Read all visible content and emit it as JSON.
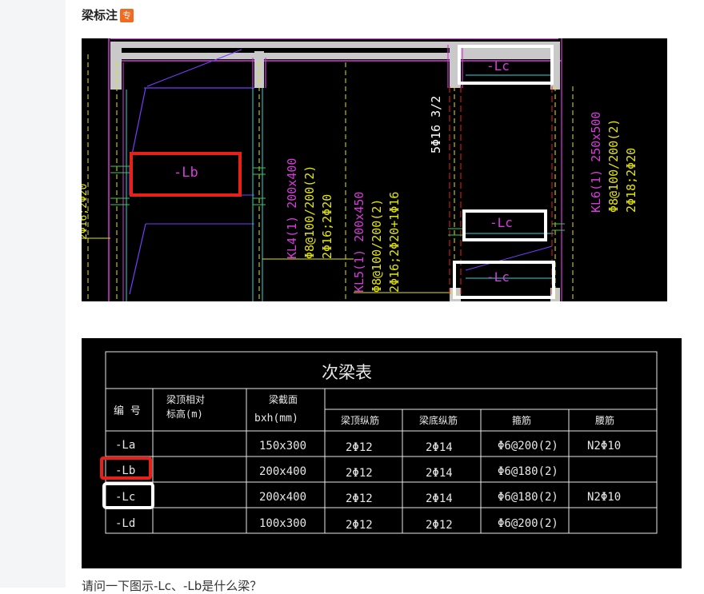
{
  "post": {
    "title": "梁标注",
    "badge": "专",
    "question": "请问一下图示-Lc、-Lb是什么梁？"
  },
  "drawing": {
    "beam_tags": [
      "-Lb",
      "-Lc",
      "-Lc",
      "-Lc"
    ],
    "kl4": [
      "KL4(1) 200x400",
      "Φ8@100/200(2)",
      "2Φ16;2Φ20"
    ],
    "kl5": [
      "KL5(1) 200x450",
      "Φ8@100/200(2)",
      "2Φ16;2Φ20+1Φ16"
    ],
    "kl6": [
      "KL6(1) 250x500",
      "Φ8@100/200(2)",
      "2Φ18;2Φ20"
    ],
    "rebar_note": "5Φ16 3/2",
    "edge_note": "2Φ16;2Φ20",
    "colors": {
      "bg": "#000000",
      "magenta": "#d93bdc",
      "yellow": "#e5e600",
      "cyan": "#33d6d6",
      "red": "#e8201a",
      "white": "#ffffff"
    }
  },
  "table": {
    "title": "次梁表",
    "headers": {
      "no": "编 号",
      "elev1": "梁顶相对",
      "elev2": "标高(m)",
      "sec1": "梁截面",
      "sec2": "bxh(mm)",
      "top": "梁顶纵筋",
      "bottom": "梁底纵筋",
      "stirrup": "箍筋",
      "waist": "腰筋"
    },
    "rows": [
      {
        "no": "-La",
        "elev": "",
        "section": "150x300",
        "top": "2Φ12",
        "bottom": "2Φ14",
        "stirrup": "Φ6@200(2)",
        "waist": "N2Φ10"
      },
      {
        "no": "-Lb",
        "elev": "",
        "section": "200x400",
        "top": "2Φ12",
        "bottom": "2Φ14",
        "stirrup": "Φ6@180(2)",
        "waist": ""
      },
      {
        "no": "-Lc",
        "elev": "",
        "section": "200x400",
        "top": "2Φ12",
        "bottom": "2Φ14",
        "stirrup": "Φ6@180(2)",
        "waist": "N2Φ10"
      },
      {
        "no": "-Ld",
        "elev": "",
        "section": "100x300",
        "top": "2Φ12",
        "bottom": "2Φ12",
        "stirrup": "Φ6@200(2)",
        "waist": ""
      }
    ]
  }
}
